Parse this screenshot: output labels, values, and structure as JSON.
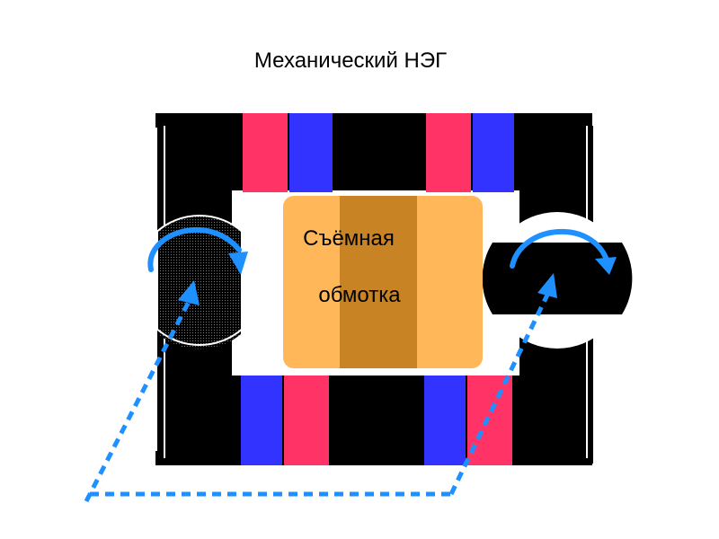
{
  "title": "Механический НЭГ",
  "coil_label_line1": "Съёмная",
  "coil_label_line2": "обмотка",
  "colors": {
    "core": "#000000",
    "magnet_red": "#ff3366",
    "magnet_blue": "#3333ff",
    "coil_light": "#ffb75a",
    "coil_dark": "#c88424",
    "flow": "#1e90ff",
    "background": "#ffffff"
  },
  "icons": {
    "rotation_left": "rotation-arrow-icon",
    "rotation_right": "rotation-arrow-icon",
    "flow_path": "dashed-flow-arrow-icon"
  }
}
